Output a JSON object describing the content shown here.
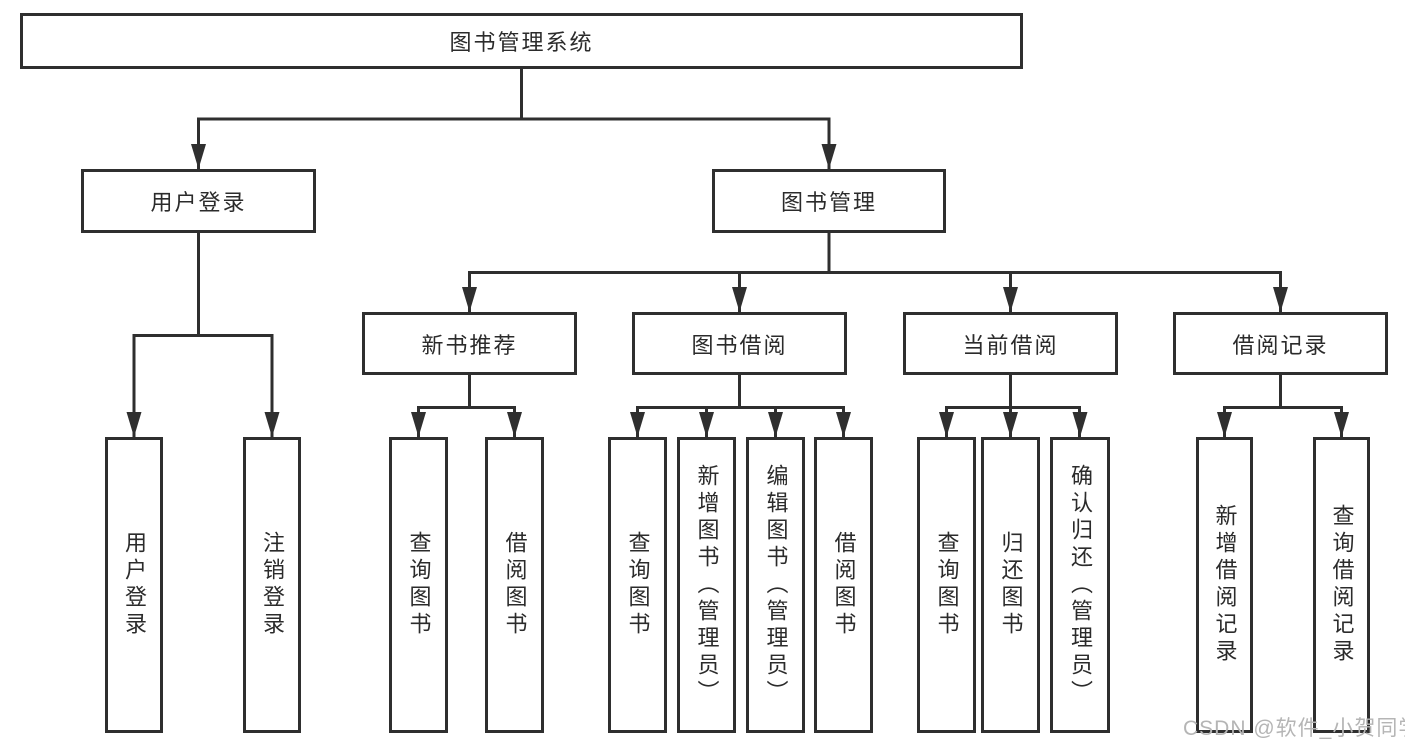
{
  "diagram": {
    "type": "function-structure-tree",
    "root": {
      "label": "图书管理系统"
    },
    "branches": [
      {
        "label": "用户登录",
        "children": [
          "用户登录",
          "注销登录"
        ]
      },
      {
        "label": "图书管理",
        "children": [
          {
            "label": "新书推荐",
            "children": [
              "查询图书",
              "借阅图书"
            ]
          },
          {
            "label": "图书借阅",
            "children": [
              "查询图书",
              "新增图书（管理员）",
              "编辑图书（管理员）",
              "借阅图书"
            ]
          },
          {
            "label": "当前借阅",
            "children": [
              "查询图书",
              "归还图书",
              "确认归还（管理员）"
            ]
          },
          {
            "label": "借阅记录",
            "children": [
              "新增借阅记录",
              "查询借阅记录"
            ]
          }
        ]
      }
    ]
  },
  "watermark": {
    "text": "CSDN @软件_小贺同学",
    "color": "#b5b5b5"
  },
  "colors": {
    "line": "#2f2f2f",
    "box_border": "#2f2f2f",
    "box_fill": "#ffffff",
    "text": "#2b2b2b",
    "background": "#ffffff"
  }
}
